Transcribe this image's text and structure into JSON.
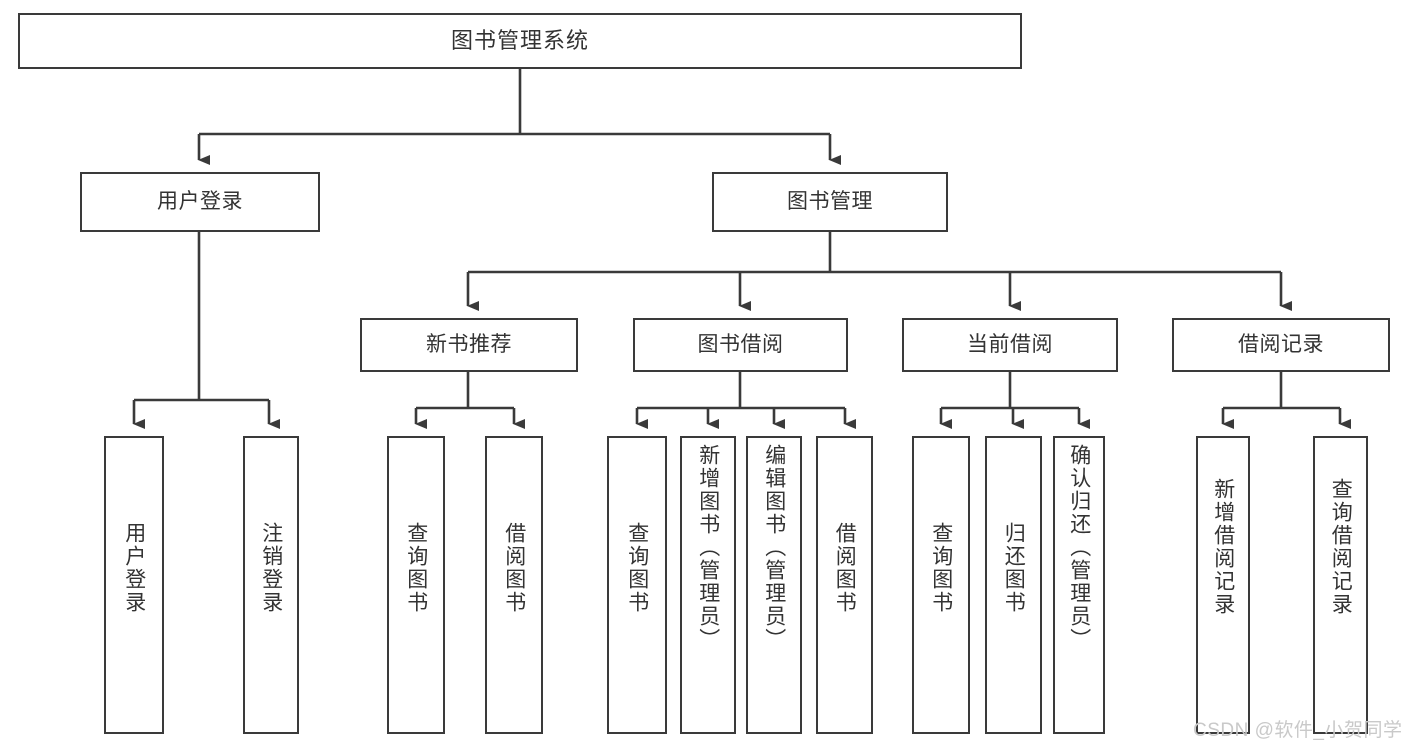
{
  "diagram": {
    "type": "tree",
    "title": "图书管理系统",
    "watermark": "CSDN @软件_小贺同学",
    "colors": {
      "background": "#ffffff",
      "stroke": "#3a3a3a",
      "text": "#333333",
      "watermark": "#c9c9c9"
    },
    "levels": {
      "root": {
        "label": "图书管理系统"
      },
      "level2": [
        {
          "id": "user-login",
          "label": "用户登录"
        },
        {
          "id": "book-manage",
          "label": "图书管理"
        }
      ],
      "level3": [
        {
          "id": "new-book-rec",
          "label": "新书推荐"
        },
        {
          "id": "book-borrow",
          "label": "图书借阅"
        },
        {
          "id": "current-borrow",
          "label": "当前借阅"
        },
        {
          "id": "borrow-record",
          "label": "借阅记录"
        }
      ],
      "level4": [
        {
          "id": "leaf-user-login",
          "label": "用户登录",
          "parent": "user-login"
        },
        {
          "id": "leaf-logout",
          "label": "注销登录",
          "parent": "user-login"
        },
        {
          "id": "leaf-query-book-1",
          "label": "查询图书",
          "parent": "new-book-rec"
        },
        {
          "id": "leaf-borrow-book-1",
          "label": "借阅图书",
          "parent": "new-book-rec"
        },
        {
          "id": "leaf-query-book-2",
          "label": "查询图书",
          "parent": "book-borrow"
        },
        {
          "id": "leaf-add-book",
          "label": "新增图书（管理员）",
          "parent": "book-borrow"
        },
        {
          "id": "leaf-edit-book",
          "label": "编辑图书（管理员）",
          "parent": "book-borrow"
        },
        {
          "id": "leaf-borrow-book-2",
          "label": "借阅图书",
          "parent": "book-borrow"
        },
        {
          "id": "leaf-query-book-3",
          "label": "查询图书",
          "parent": "current-borrow"
        },
        {
          "id": "leaf-return-book",
          "label": "归还图书",
          "parent": "current-borrow"
        },
        {
          "id": "leaf-confirm-return",
          "label": "确认归还（管理员）",
          "parent": "current-borrow"
        },
        {
          "id": "leaf-add-record",
          "label": "新增借阅记录",
          "parent": "borrow-record"
        },
        {
          "id": "leaf-query-record",
          "label": "查询借阅记录",
          "parent": "borrow-record"
        }
      ]
    }
  }
}
